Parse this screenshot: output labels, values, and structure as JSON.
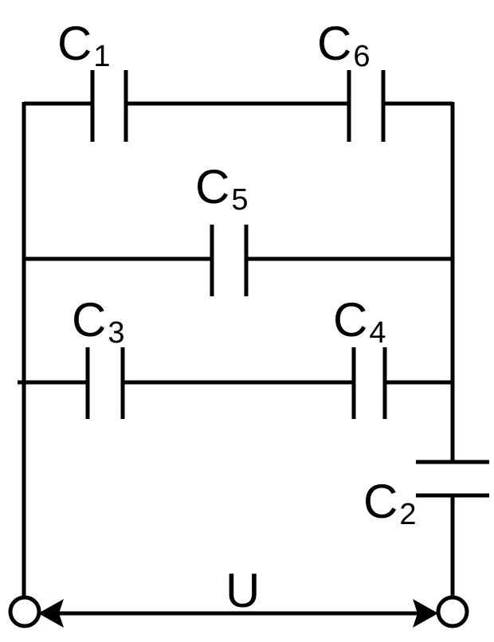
{
  "diagram": {
    "capacitors": [
      {
        "id": "C1",
        "letter": "C",
        "sub": "1"
      },
      {
        "id": "C6",
        "letter": "C",
        "sub": "6"
      },
      {
        "id": "C5",
        "letter": "C",
        "sub": "5"
      },
      {
        "id": "C3",
        "letter": "C",
        "sub": "3"
      },
      {
        "id": "C4",
        "letter": "C",
        "sub": "4"
      },
      {
        "id": "C2",
        "letter": "C",
        "sub": "2"
      }
    ],
    "voltage_label": "U"
  }
}
